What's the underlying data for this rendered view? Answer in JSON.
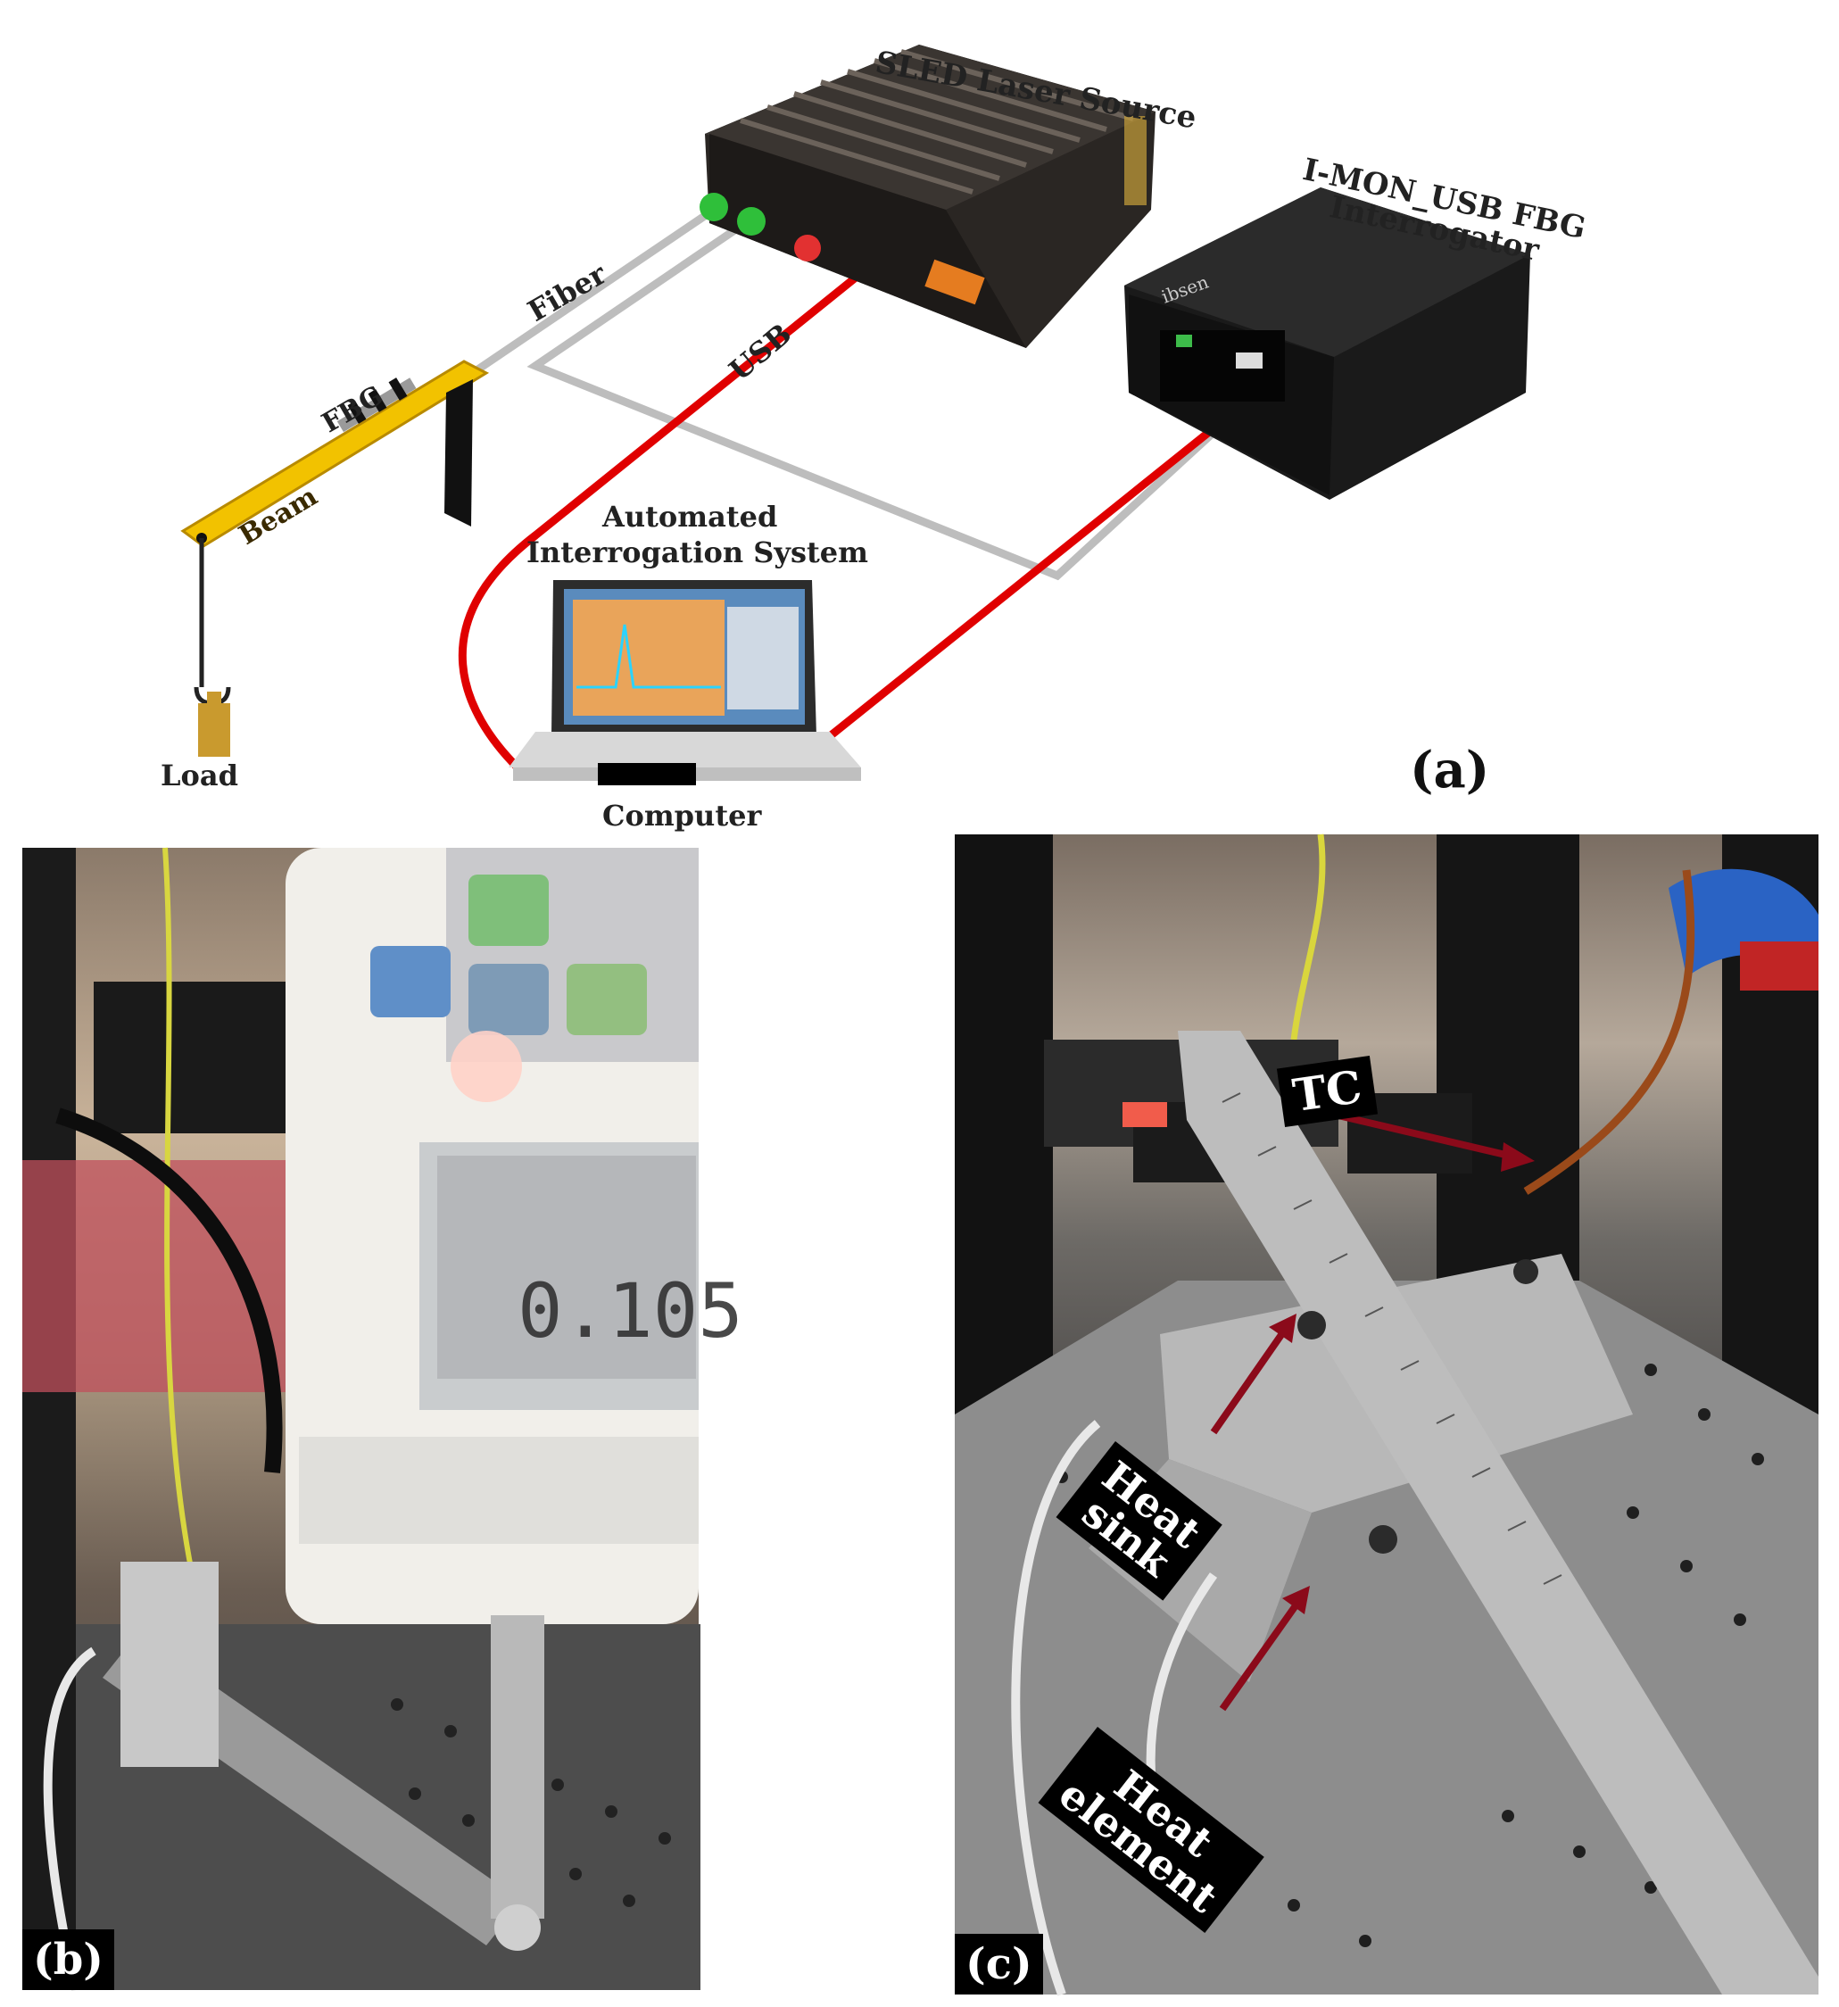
{
  "panel_a": {
    "labels": {
      "sled": "SLED Laser Source",
      "imon_line1": "I-MON_USB FBG",
      "imon_line2": "Interrogator",
      "fiber": "Fiber",
      "usb": "USB",
      "fbg": "FBG",
      "beam": "Beam",
      "load": "Load",
      "automated_line1": "Automated",
      "automated_line2": "Interrogation System",
      "computer": "Computer",
      "device_brand": "ibsen"
    },
    "tag": "(a)"
  },
  "panel_b": {
    "tag": "(b)",
    "gauge_reading": "0.105"
  },
  "panel_c": {
    "tag": "(c)",
    "callouts": {
      "tc": "TC",
      "heat_sink_line1": "Heat",
      "heat_sink_line2": "sink",
      "heat_element_line1": "Heat",
      "heat_element_line2": "element"
    }
  },
  "colors": {
    "fiber_grey": "#bdbdbd",
    "usb_red": "#e00000",
    "beam_yellow": "#f2c200",
    "device_black": "#1a1a1a",
    "connector_green": "#2fbf3a",
    "callout_arrow": "#8b0a1a"
  }
}
